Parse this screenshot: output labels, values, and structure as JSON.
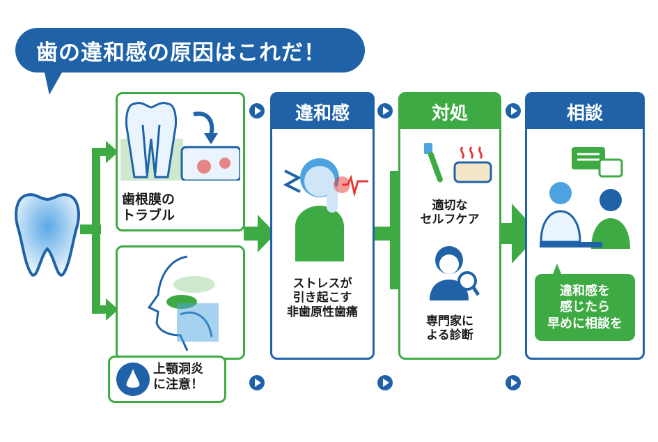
{
  "title": "歯の違和感の原因はこれだ！",
  "causes": {
    "ligament": "歯根膜の\nトラブル",
    "sinus": "上顎洞炎\nに注意！"
  },
  "steps": [
    {
      "heading": "違和感",
      "text": "ストレスが\n引き起こす\n非歯原性歯痛"
    },
    {
      "heading": "対処",
      "item1": "適切な\nセルフケア",
      "item2": "専門家に\nよる診断"
    },
    {
      "heading": "相談",
      "advice": "違和感を\n感じたら\n早めに相談を"
    }
  ],
  "colors": {
    "blue": "#1f62a8",
    "green": "#3daa43",
    "light_blue": "#4da3e0",
    "red": "#e53935"
  },
  "icons": [
    "tooth-icon",
    "tooth-cross-section-icon",
    "head-sinus-icon",
    "nose-icon",
    "person-pain-icon",
    "toothbrush-icon",
    "warm-compress-icon",
    "doctor-magnifier-icon",
    "consultation-icon",
    "chat-bubble-icon"
  ]
}
